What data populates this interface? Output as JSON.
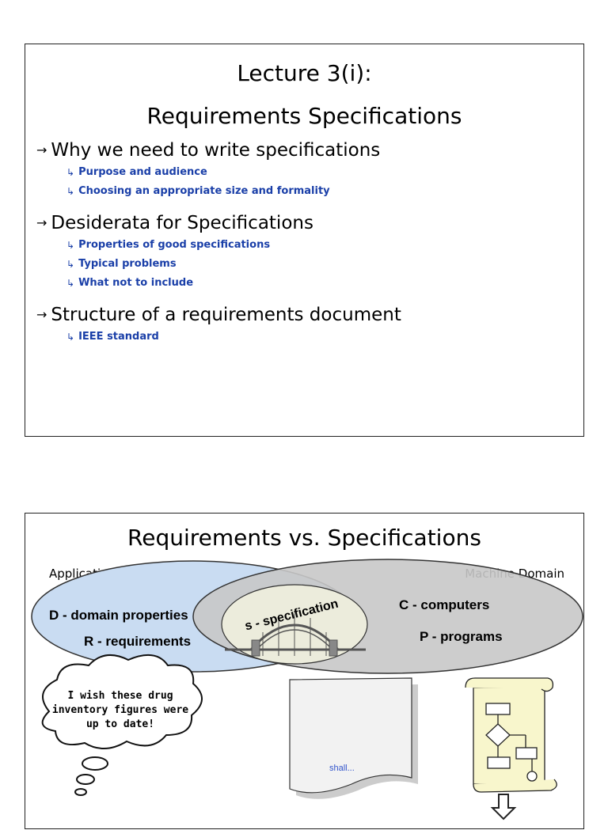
{
  "slide1": {
    "title_line1": "Lecture 3(i):",
    "title_line2": "Requirements Specifications",
    "sections": [
      {
        "label": "Why we need to write specifications",
        "items": [
          "Purpose and audience",
          "Choosing an appropriate size and formality"
        ]
      },
      {
        "label": "Desiderata for Specifications",
        "items": [
          "Properties of good specifications",
          "Typical problems",
          "What not to include"
        ]
      },
      {
        "label": "Structure of a requirements document",
        "items": [
          "IEEE standard"
        ]
      }
    ],
    "bullet_glyph": "→",
    "sub_glyph": "↳"
  },
  "slide2": {
    "title": "Requirements vs. Specifications",
    "application_domain": "Application Domain",
    "machine_domain": "Machine Domain",
    "domain_properties": "D - domain properties",
    "requirements": "R - requirements",
    "specification": "s - specification",
    "computers": "C - computers",
    "programs": "P - programs",
    "thought_line1": "I wish these drug",
    "thought_line2": "inventory figures were",
    "thought_line3": "up to date!",
    "shall": "shall..."
  },
  "colors": {
    "subitem_blue": "#1a3fa8",
    "app_ellipse": "#c9dcf2",
    "machine_ellipse": "#c8c8c8",
    "scroll_fill": "#f8f6cc"
  }
}
